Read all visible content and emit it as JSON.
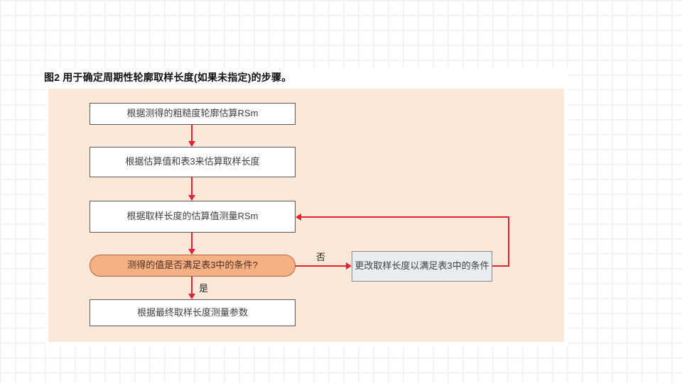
{
  "title": "图2 用于确定周期性轮廓取样长度(如果未指定)的步骤。",
  "flowchart": {
    "step1": "根据测得的粗糙度轮廓估算RSm",
    "step2": "根据估算值和表3来估算取样长度",
    "step3": "根据取样长度的估算值测量RSm",
    "decision": "测得的值是否满足表3中的条件?",
    "change": "更改取样长度以满足表3中的条件",
    "final": "根据最终取样长度测量参数",
    "label_no": "否",
    "label_yes": "是"
  },
  "colors": {
    "arrow_red": "#e52230",
    "panel_peach": "#fce8d9",
    "decision_fill": "#f5b183",
    "decision_border": "#c05f3d",
    "gray_box_fill": "#e9edf0",
    "box_border": "#57585c",
    "grid_line": "#f1eff2"
  }
}
